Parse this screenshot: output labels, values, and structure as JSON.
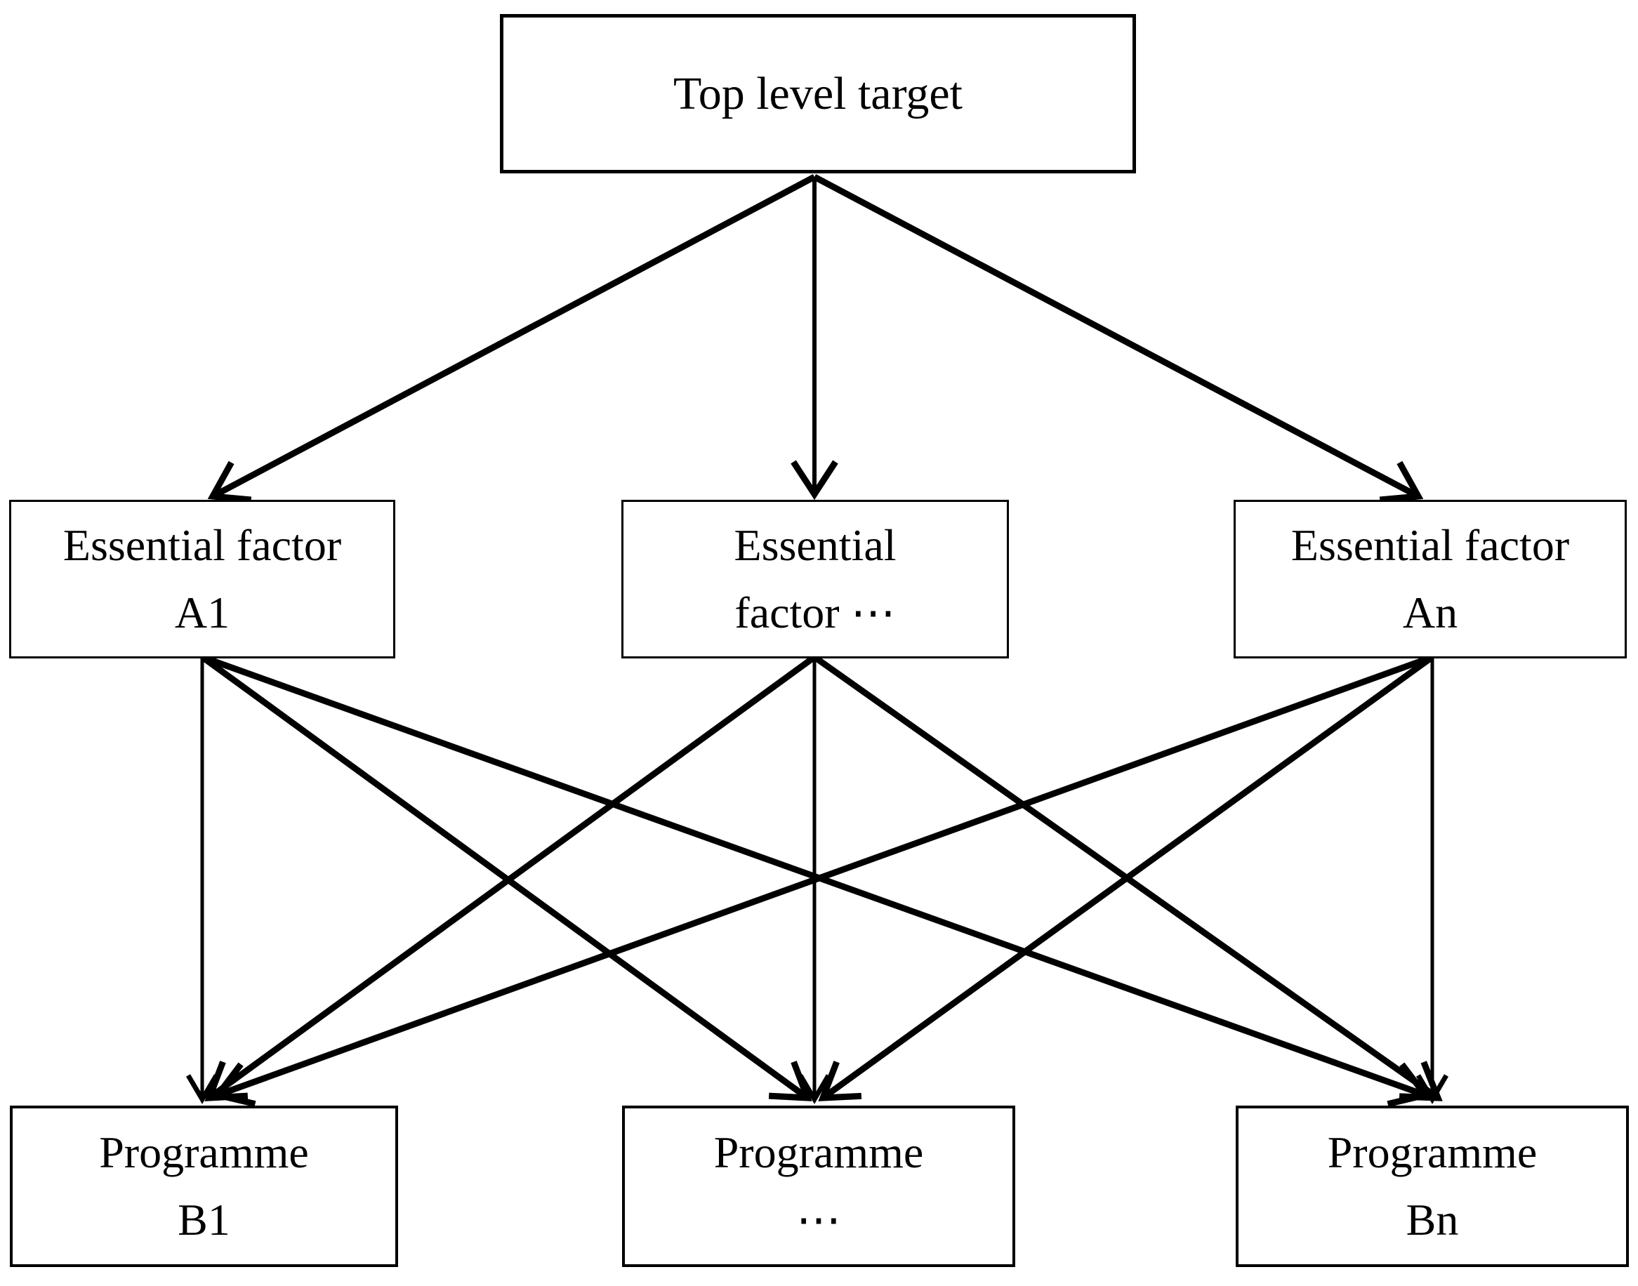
{
  "figure": {
    "background_color": "#ffffff",
    "stroke_color": "#000000",
    "nodes": {
      "top_target": {
        "label": "Top level target"
      },
      "factor_a1": {
        "line1": "Essential factor",
        "line2": "A1"
      },
      "factor_dots": {
        "line1": "Essential",
        "line2": "factor ⋯"
      },
      "factor_an": {
        "line1": "Essential factor",
        "line2": "An"
      },
      "programme_b1": {
        "line1": "Programme",
        "line2": "B1"
      },
      "programme_dots": {
        "line1": "Programme",
        "line2": "⋯"
      },
      "programme_bn": {
        "line1": "Programme",
        "line2": "Bn"
      }
    },
    "edges": [
      {
        "from": "top_target",
        "to": "factor_a1"
      },
      {
        "from": "top_target",
        "to": "factor_dots"
      },
      {
        "from": "top_target",
        "to": "factor_an"
      },
      {
        "from": "factor_a1",
        "to": "programme_b1"
      },
      {
        "from": "factor_a1",
        "to": "programme_dots"
      },
      {
        "from": "factor_a1",
        "to": "programme_bn"
      },
      {
        "from": "factor_dots",
        "to": "programme_b1"
      },
      {
        "from": "factor_dots",
        "to": "programme_dots"
      },
      {
        "from": "factor_dots",
        "to": "programme_bn"
      },
      {
        "from": "factor_an",
        "to": "programme_b1"
      },
      {
        "from": "factor_an",
        "to": "programme_dots"
      },
      {
        "from": "factor_an",
        "to": "programme_bn"
      }
    ]
  }
}
